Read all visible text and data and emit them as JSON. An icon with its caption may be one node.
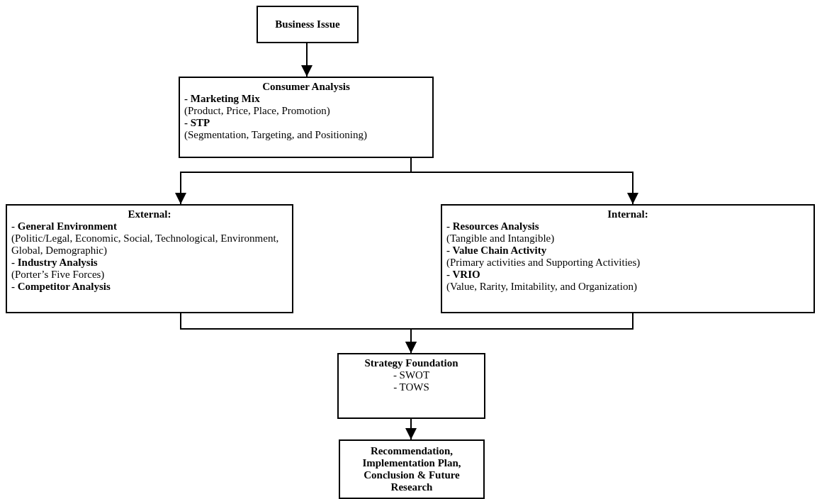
{
  "diagram": {
    "nodes": [
      {
        "text": [
          "Business Issue"
        ]
      },
      {
        "text": [
          "Consumer Analysis",
          "- Marketing Mix",
          "(Product, Price, Place, Promotion)",
          "- STP",
          "(Segmentation, Targeting, and Positioning)"
        ]
      },
      {
        "text": [
          "External:",
          "- General Environment",
          "(Politic/Legal, Economic, Social, Technological, Environment, Global, Demographic)",
          "- Industry Analysis",
          "(Porter’s Five Forces)",
          "- Competitor Analysis"
        ]
      },
      {
        "text": [
          "Internal:",
          "- Resources Analysis",
          "(Tangible and Intangible)",
          "- Value Chain Activity",
          "(Primary activities and Supporting Activities)",
          "- VRIO",
          "(Value, Rarity, Imitability, and Organization)"
        ]
      },
      {
        "text": [
          "Strategy Foundation",
          "- SWOT",
          "- TOWS"
        ]
      },
      {
        "text": [
          "Recommendation, Implementation Plan, Conclusion & Future Research"
        ]
      }
    ],
    "edges": [
      {
        "from": 0,
        "to": 1,
        "arrow": "to"
      },
      {
        "from": 1,
        "to": 2,
        "arrow": "to"
      },
      {
        "from": 1,
        "to": 3,
        "arrow": "to"
      },
      {
        "from": 2,
        "to": 4,
        "arrow": "to"
      },
      {
        "from": 3,
        "to": 4,
        "arrow": "to"
      },
      {
        "from": 4,
        "to": 5,
        "arrow": "to"
      }
    ]
  }
}
